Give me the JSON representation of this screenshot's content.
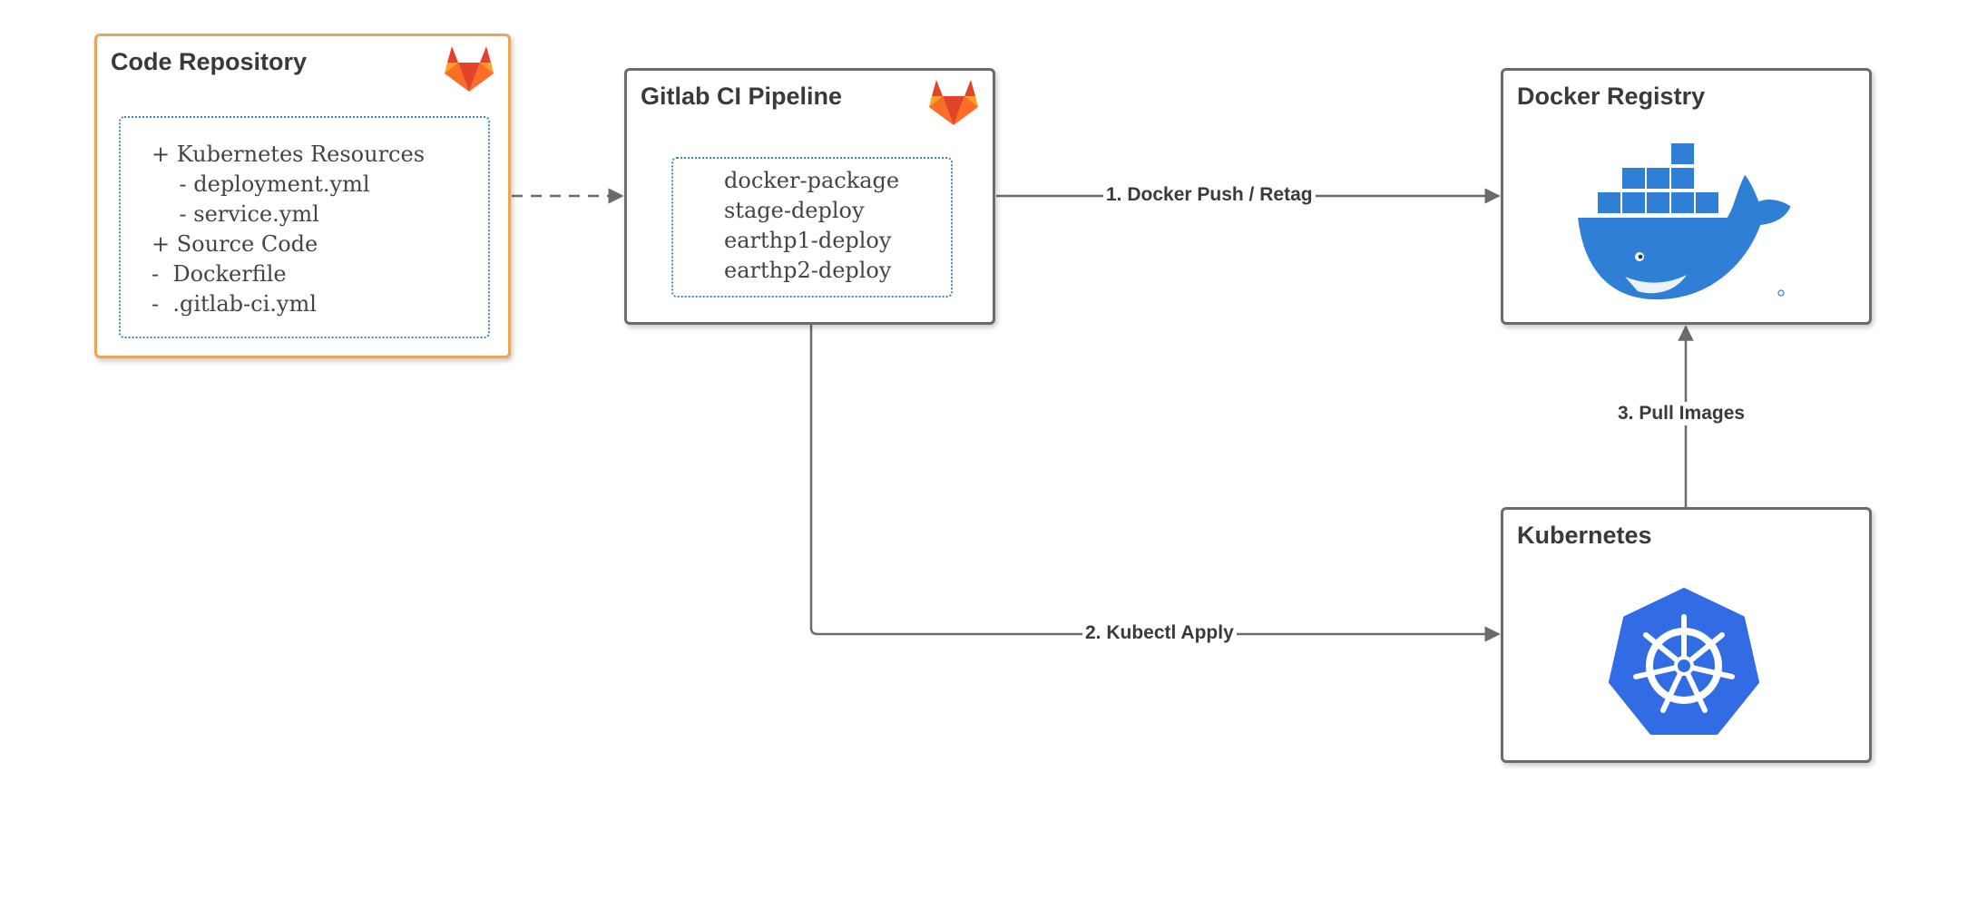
{
  "colors": {
    "gitlab_orange": "#e2432a",
    "gitlab_amber": "#fca326",
    "docker_blue": "#2f7fd6",
    "kubernetes_blue": "#326ce5",
    "repo_border": "#e8a55c",
    "box_border": "#6b6b6b",
    "dotted_border": "#3f86cf"
  },
  "nodes": {
    "repo": {
      "title": "Code Repository",
      "icon": "gitlab-icon",
      "lines": [
        "+ Kubernetes Resources",
        "    - deployment.yml",
        "    - service.yml",
        "+ Source Code",
        "-  Dockerfile",
        "-  .gitlab-ci.yml"
      ]
    },
    "pipeline": {
      "title": "Gitlab CI Pipeline",
      "icon": "gitlab-icon",
      "jobs": [
        "docker-package",
        "stage-deploy",
        "earthp1-deploy",
        "earthp2-deploy"
      ]
    },
    "registry": {
      "title": "Docker Registry",
      "icon": "docker-whale-icon"
    },
    "kubernetes": {
      "title": "Kubernetes",
      "icon": "kubernetes-helm-icon"
    }
  },
  "edges": {
    "repo_to_pipeline": {
      "label": ""
    },
    "push": {
      "label": "1. Docker Push / Retag"
    },
    "apply": {
      "label": "2. Kubectl Apply"
    },
    "pull": {
      "label": "3. Pull Images"
    }
  }
}
